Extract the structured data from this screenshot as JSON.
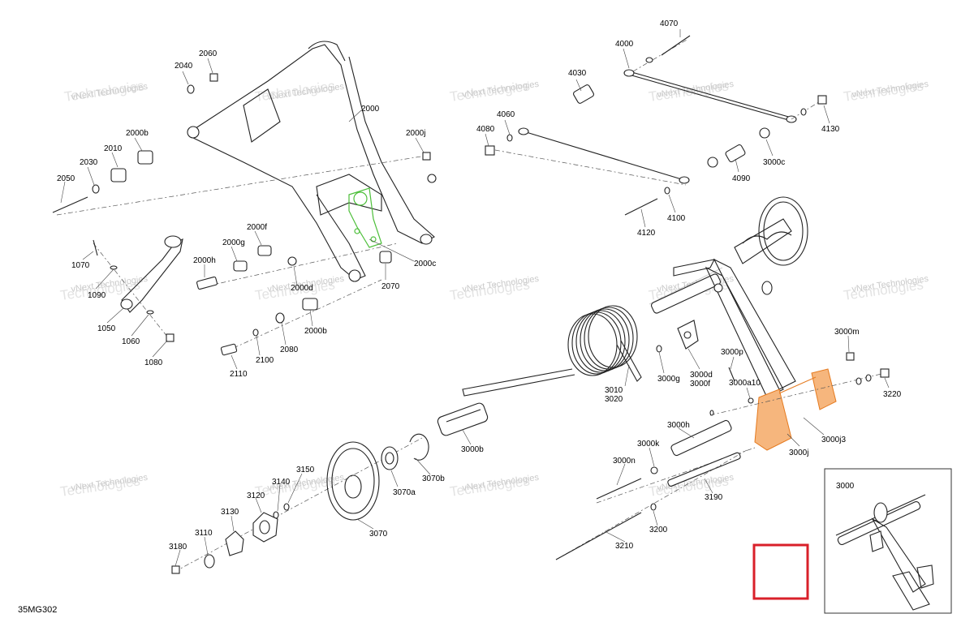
{
  "diagram_code": "35MG302",
  "watermark": {
    "line1": "vNext Technologies",
    "line2": "Technologies"
  },
  "inset_label": "3000",
  "part_labels": [
    "4070",
    "4000",
    "4030",
    "4060",
    "4080",
    "4130",
    "3000c",
    "4090",
    "4100",
    "4120",
    "2060",
    "2040",
    "2000",
    "2000b",
    "2010",
    "2030",
    "2050",
    "2000j",
    "2000c",
    "2070",
    "2000f",
    "2000g",
    "2000h",
    "2000d",
    "2000b",
    "2080",
    "2100",
    "2110",
    "1070",
    "1090",
    "1050",
    "1060",
    "1080",
    "3000m",
    "3220",
    "3000p",
    "3000a10",
    "3000g",
    "3000d",
    "3000f",
    "3010",
    "3020",
    "3000j3",
    "3000j",
    "3000h",
    "3000k",
    "3000n",
    "3190",
    "3200",
    "3210",
    "3000b",
    "3070",
    "3070a",
    "3070b",
    "3150",
    "3140",
    "3120",
    "3130",
    "3110",
    "3180"
  ]
}
